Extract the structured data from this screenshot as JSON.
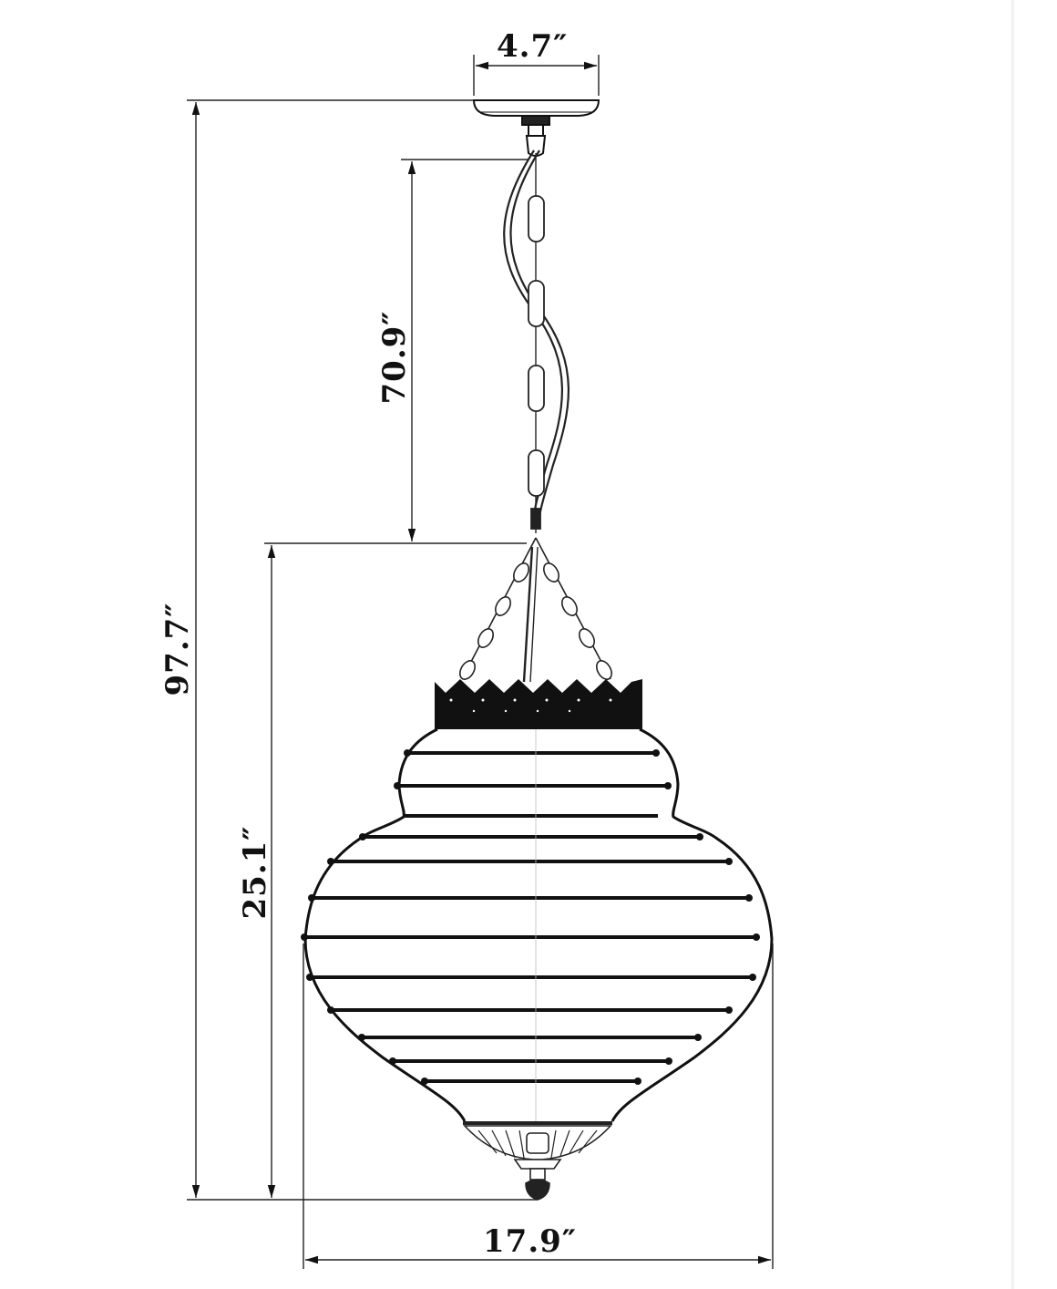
{
  "diagram": {
    "subject": "Pendant lantern light fixture dimension drawing",
    "units": "inches",
    "dimensions": {
      "canopy_width": {
        "label": "4.7″",
        "value": 4.7
      },
      "chain_length": {
        "label": "70.9″",
        "value": 70.9
      },
      "overall_height": {
        "label": "97.7″",
        "value": 97.7
      },
      "fixture_height": {
        "label": "25.1″",
        "value": 25.1
      },
      "fixture_width": {
        "label": "17.9″",
        "value": 17.9
      }
    },
    "components": [
      "canopy",
      "chain",
      "power-cord",
      "crown-top",
      "ribbed-globe",
      "bottom-finial"
    ],
    "colors": {
      "line": "#111111",
      "background": "#ffffff"
    }
  }
}
